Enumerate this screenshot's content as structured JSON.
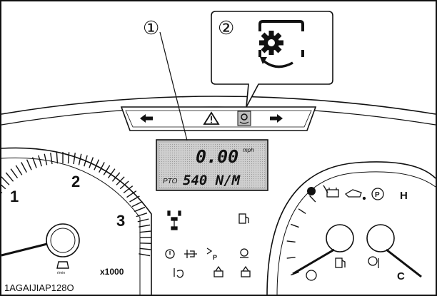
{
  "callouts": {
    "one": "①",
    "two": "②"
  },
  "lcd": {
    "speed": "0.00",
    "speed_unit": "mph",
    "pto_label": "PTO",
    "pto_value": "540 N/M"
  },
  "tacho": {
    "numbers": [
      "1",
      "2",
      "3"
    ],
    "multiplier": "x1000",
    "icon_caption": "r/min"
  },
  "fuel_gauge": {
    "high": "H",
    "cold": "C"
  },
  "figure_code": "1AGAIJIAP128O",
  "icons": {
    "turn_left": "arrow-left-icon",
    "warning": "warning-triangle-icon",
    "regen": "gear-cycle-icon",
    "turn_right": "arrow-right-icon"
  },
  "colors": {
    "lcd_bg": "#c9c9c9",
    "ink": "#111111",
    "panel": "#ffffff"
  }
}
